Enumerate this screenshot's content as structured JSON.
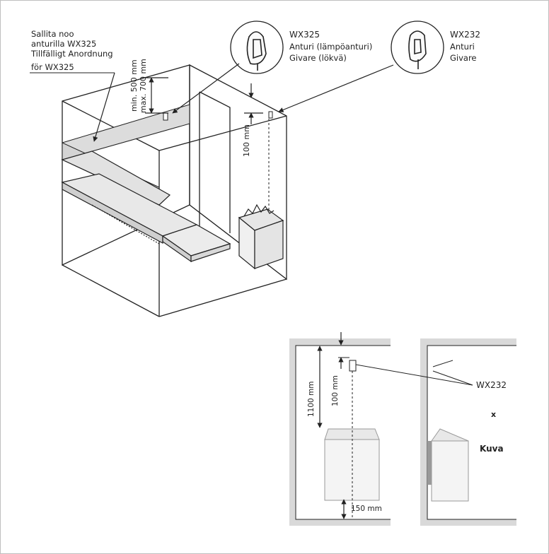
{
  "labels": {
    "range_note": {
      "line1": "Sallita noo",
      "line2": "anturilla WX325",
      "line3": "Tillfälligt Anordnung",
      "line4": "för WX325"
    },
    "dim_min500": "min. 500 mm",
    "dim_max700": "max. 700 mm",
    "dim_100_top": "100 mm",
    "wx325": {
      "title": "WX325",
      "line1": "Anturi (lämpöanturi)",
      "line2": "Givare (lökvä)"
    },
    "wx232": {
      "title": "WX232",
      "line1": "Anturi",
      "line2": "Givare"
    },
    "dim_1100": "1100 mm",
    "dim_100_bottom": "100 mm",
    "dim_150": "150 mm",
    "wx232_bottom": "WX232",
    "mark_1": "x",
    "mark_2": "Kuva"
  },
  "colors": {
    "stroke": "#222222",
    "shade": "#dcdcdc",
    "panel_border": "#bfbfbf"
  }
}
